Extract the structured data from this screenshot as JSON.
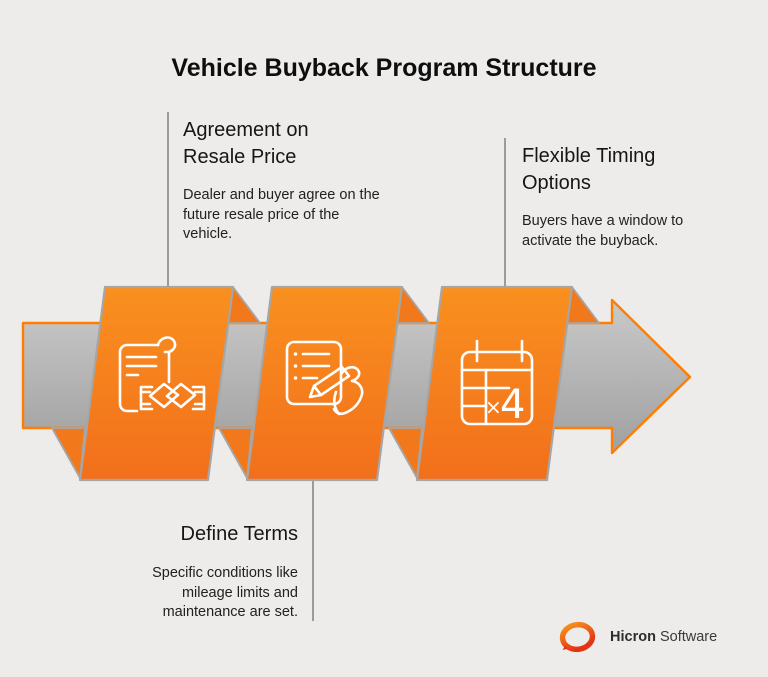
{
  "title": "Vehicle Buyback Program Structure",
  "steps": [
    {
      "heading": "Agreement on Resale Price",
      "description": "Dealer and buyer agree on the future resale price of the vehicle.",
      "icon": "contract-handshake-icon"
    },
    {
      "heading": "Define Terms",
      "description": "Specific conditions like mileage limits and maintenance are set.",
      "icon": "checklist-signature-icon"
    },
    {
      "heading": "Flexible Timing Options",
      "description": "Buyers have a window to activate the buyback.",
      "icon": "calendar-icon",
      "icon_badge": {
        "times": "×",
        "count": "4"
      }
    }
  ],
  "logo": {
    "brand_bold": "Hicron",
    "brand_regular": "Software"
  },
  "colors": {
    "background": "#edeceb",
    "panel_orange_top": "#f9901f",
    "panel_orange_bottom": "#f26f1b",
    "fold_orange": "#f2791b",
    "arrow_gray_top": "#c9c9c9",
    "arrow_gray_bottom": "#a0a0a0",
    "arrow_outline": "#ff7d00",
    "connector_gray": "#9b9b9b",
    "logo_ring_top": "#f7941d",
    "logo_ring_bottom": "#e23312"
  }
}
